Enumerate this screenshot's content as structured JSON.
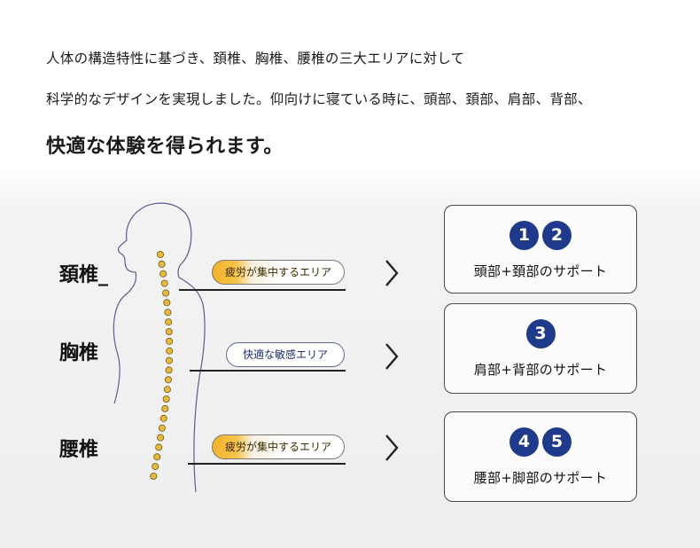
{
  "intro": {
    "line1": "人体の構造特性に基づき、頚椎、胸椎、腰椎の三大エリアに対して",
    "line2": "科学的なデザインを実現しました。仰向けに寝ている時に、頭部、頚部、肩部、背部、",
    "line3": "快適な体験を得られます。"
  },
  "regions": [
    {
      "label": "頚椎_",
      "tag": "疲労が集中するエリア",
      "tag_kind": "fatigue"
    },
    {
      "label": "胸椎",
      "tag": "快適な敏感エリア",
      "tag_kind": "comfort"
    },
    {
      "label": "腰椎",
      "tag": "疲労が集中するエリア",
      "tag_kind": "fatigue"
    }
  ],
  "cards": [
    {
      "badges": [
        "1",
        "2"
      ],
      "text": "頭部+頚部のサポート"
    },
    {
      "badges": [
        "3"
      ],
      "text": "肩部+背部のサポート"
    },
    {
      "badges": [
        "4",
        "5"
      ],
      "text": "腰部+脚部のサポート"
    }
  ],
  "colors": {
    "badge": "#1f3a8a",
    "fatigue": "#f1b32a",
    "spine_dot": "#e8b93a"
  },
  "icons": {
    "arrow": "chevron-right-icon",
    "figure": "body-silhouette-icon"
  }
}
